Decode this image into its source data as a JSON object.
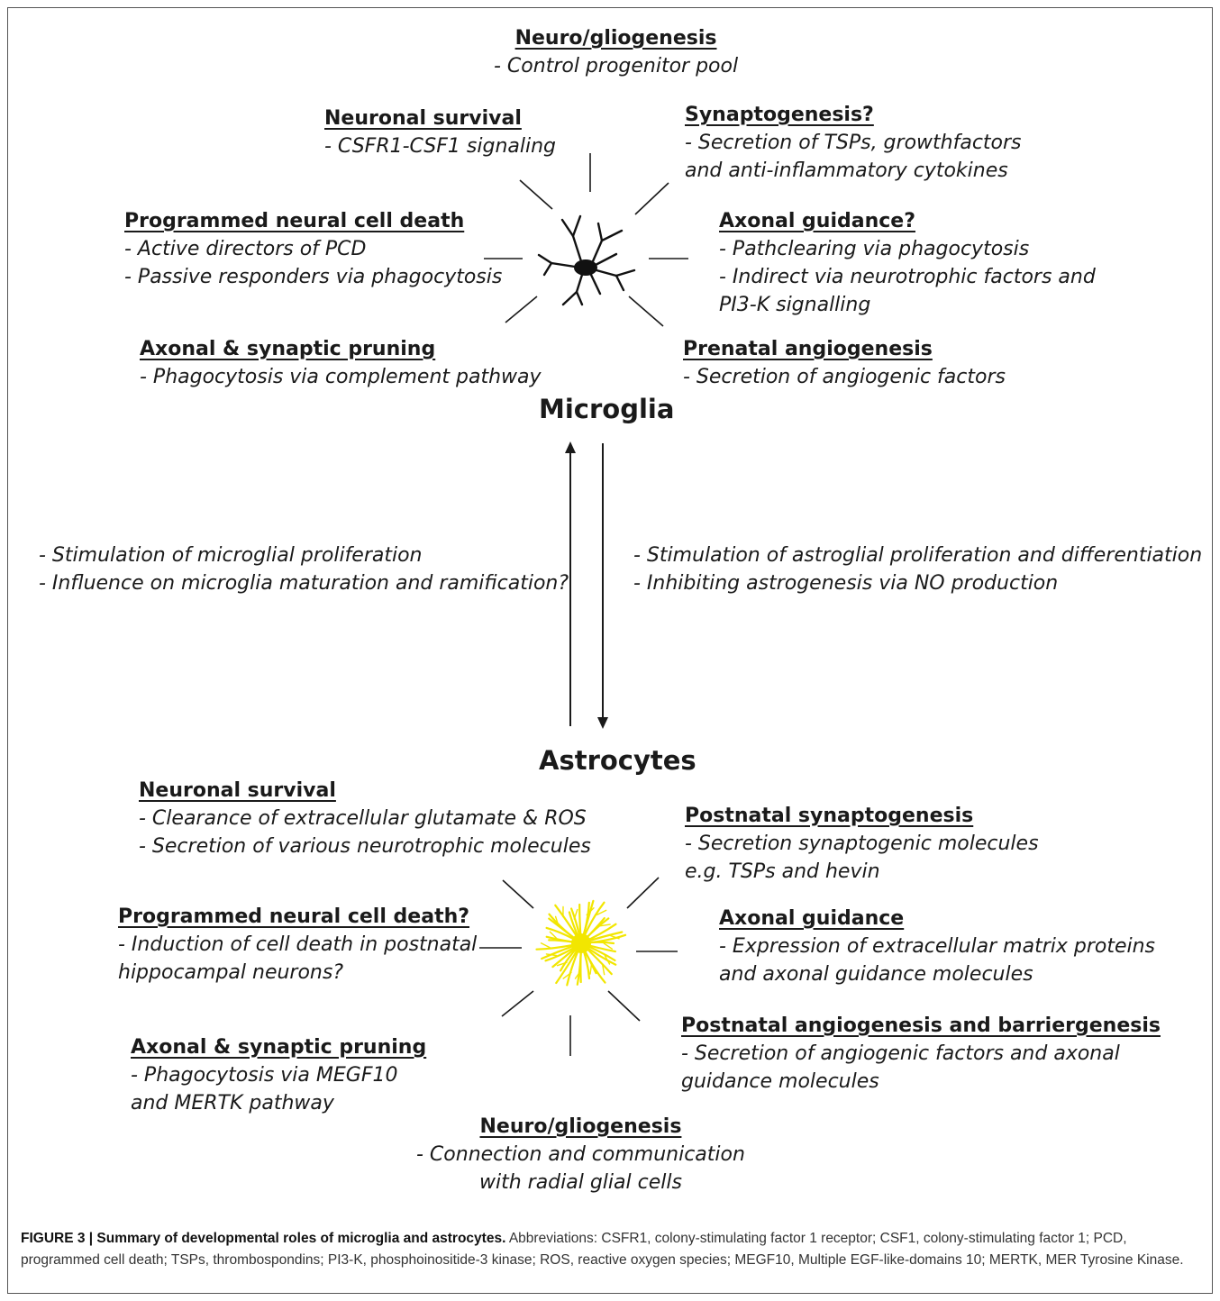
{
  "microglia": {
    "name": "Microglia",
    "neuro_gliogenesis": {
      "title": "Neuro/gliogenesis",
      "lines": [
        "- Control progenitor pool"
      ]
    },
    "neuronal_survival": {
      "title": "Neuronal survival",
      "lines": [
        "- CSFR1-CSF1 signaling"
      ]
    },
    "synaptogenesis": {
      "title": "Synaptogenesis?",
      "lines": [
        "- Secretion of TSPs, growthfactors",
        "and anti-inflammatory cytokines"
      ]
    },
    "programmed_death": {
      "title": "Programmed neural cell death",
      "lines": [
        "- Active directors of PCD",
        "- Passive responders via phagocytosis"
      ]
    },
    "axonal_guidance": {
      "title": "Axonal guidance?",
      "lines": [
        "- Pathclearing via phagocytosis",
        "- Indirect via neurotrophic factors and",
        "PI3-K signalling"
      ]
    },
    "pruning": {
      "title": "Axonal & synaptic pruning",
      "lines": [
        "- Phagocytosis via complement pathway"
      ]
    },
    "angiogenesis": {
      "title": "Prenatal angiogenesis",
      "lines": [
        "- Secretion of angiogenic factors"
      ]
    }
  },
  "interactions": {
    "left_lines": [
      "- Stimulation of microglial proliferation",
      "- Influence on microglia maturation and ramification?"
    ],
    "right_lines": [
      "- Stimulation of astroglial proliferation and differentiation",
      "- Inhibiting astrogenesis via NO production"
    ]
  },
  "astrocytes": {
    "name": "Astrocytes",
    "neuronal_survival": {
      "title": "Neuronal survival",
      "lines": [
        "- Clearance of extracellular glutamate & ROS",
        "- Secretion of various neurotrophic molecules"
      ]
    },
    "synaptogenesis": {
      "title": "Postnatal synaptogenesis",
      "lines": [
        "- Secretion synaptogenic molecules",
        "e.g. TSPs and hevin"
      ]
    },
    "programmed_death": {
      "title": "Programmed neural cell death?",
      "lines": [
        "- Induction of cell death in postnatal",
        "hippocampal neurons?"
      ]
    },
    "axonal_guidance": {
      "title": "Axonal guidance",
      "lines": [
        "- Expression of extracellular matrix proteins",
        "and axonal guidance molecules"
      ]
    },
    "angiogenesis": {
      "title": "Postnatal angiogenesis and barriergenesis",
      "lines": [
        "- Secretion of angiogenic factors and axonal",
        "guidance molecules"
      ]
    },
    "pruning": {
      "title": "Axonal & synaptic pruning",
      "lines": [
        "- Phagocytosis via MEGF10",
        "and MERTK pathway"
      ]
    },
    "neuro_gliogenesis": {
      "title": "Neuro/gliogenesis",
      "lines": [
        "- Connection and communication",
        "with radial glial cells"
      ]
    }
  },
  "caption": {
    "label": "FIGURE 3 | Summary of developmental roles of microglia and astrocytes.",
    "text": " Abbreviations: CSFR1, colony-stimulating factor 1 receptor; CSF1, colony-stimulating factor 1; PCD, programmed cell death; TSPs, thrombospondins; PI3-K, phosphoinositide-3 kinase; ROS, reactive oxygen species; MEGF10, Multiple EGF-like-domains 10; MERTK, MER Tyrosine Kinase."
  },
  "colors": {
    "microglia_cell": "#111111",
    "astrocyte_cell": "#f2e600",
    "lines": "#1a1a1a"
  }
}
